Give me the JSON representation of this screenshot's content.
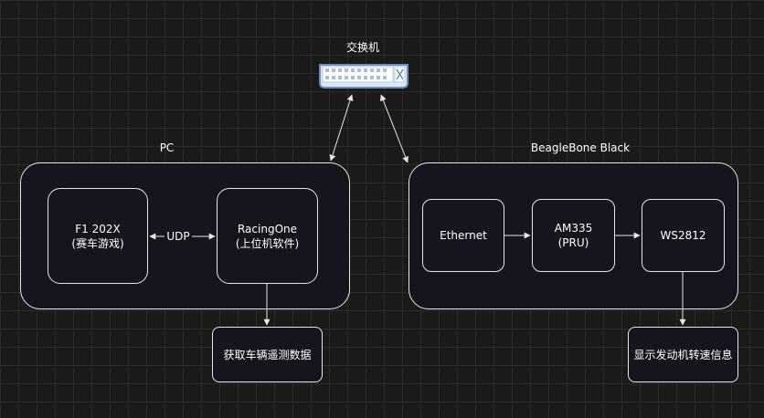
{
  "switch": {
    "label": "交换机",
    "icon": "network-switch-icon"
  },
  "pc_group": {
    "label": "PC"
  },
  "bbb_group": {
    "label": "BeagleBone Black"
  },
  "nodes": {
    "f1_game": "F1 202X\n(赛车游戏)",
    "racing_one": "RacingOne\n(上位机软件)",
    "telemetry": "获取车辆遥测数据",
    "ethernet": "Ethernet",
    "am335": "AM335\n(PRU)",
    "ws2812": "WS2812",
    "rpm_display": "显示发动机转速信息"
  },
  "edges": {
    "udp_label": "UDP"
  },
  "colors": {
    "background": "#1a1a1a",
    "grid": "#2b2b2b",
    "node_fill": "#18141d",
    "stroke": "#e6e6e6",
    "switch_fill": "#dae8fc",
    "switch_stroke": "#6c8ebf"
  }
}
